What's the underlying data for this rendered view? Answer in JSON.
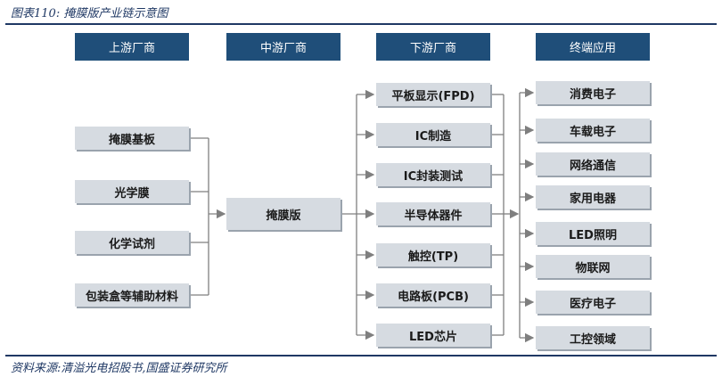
{
  "figure": {
    "title": "图表110:  掩膜版产业链示意图",
    "source": "资料来源:清溢光电招股书,国盛证券研究所"
  },
  "headers": [
    "上游厂商",
    "中游厂商",
    "下游厂商",
    "终端应用"
  ],
  "upstream": [
    "掩膜基板",
    "光学膜",
    "化学试剂",
    "包装盒等辅助材料"
  ],
  "midstream": [
    "掩膜版"
  ],
  "downstream": [
    "平板显示(FPD)",
    "IC制造",
    "IC封装测试",
    "半导体器件",
    "触控(TP)",
    "电路板(PCB)",
    "LED芯片"
  ],
  "terminal": [
    "消费电子",
    "车载电子",
    "网络通信",
    "家用电器",
    "LED照明",
    "物联网",
    "医疗电子",
    "工控领域"
  ],
  "colors": {
    "header_bg": "#1f4e79",
    "box_bg": "#d6dbe1",
    "line": "#7f7f7f",
    "title": "#1f3864"
  }
}
